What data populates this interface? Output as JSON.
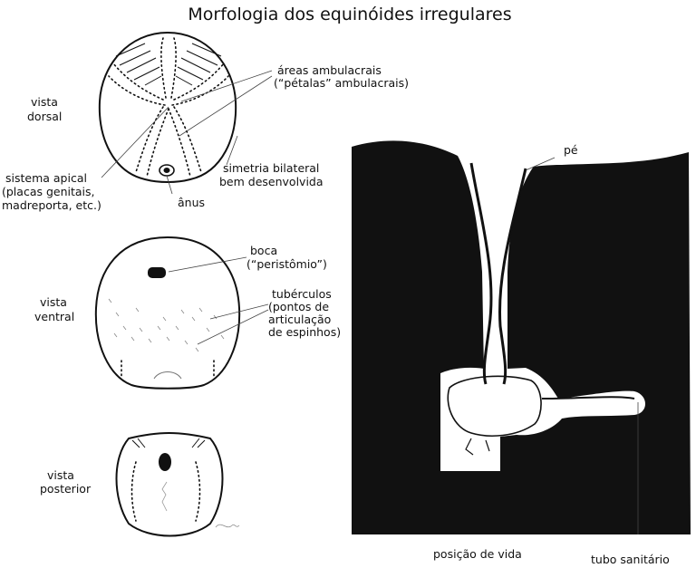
{
  "title": "Morfologia dos equinóides irregulares",
  "views": {
    "dorsal": [
      "vista",
      "dorsal"
    ],
    "ventral": [
      "vista",
      "ventral"
    ],
    "posterior": [
      "vista",
      "posterior"
    ]
  },
  "labels": {
    "ambulacral": [
      "áreas ambulacrais",
      "(“pétalas” ambulacrais)"
    ],
    "apical": [
      "sistema apical",
      "(placas genitais,",
      "madreporta, etc.)"
    ],
    "anus": "ânus",
    "symmetry": [
      "simetria bilateral",
      "bem desenvolvida"
    ],
    "mouth": [
      "boca",
      "(“peristômio”)"
    ],
    "tubercles": [
      "tubérculos",
      "(pontos de",
      "articulação",
      "de espinhos)"
    ],
    "foot": "pé",
    "life_position": "posição de vida",
    "sanitary_tube": "tubo sanitário"
  },
  "colors": {
    "sediment": "#111111",
    "burrow": "#ffffff",
    "ink": "#111111"
  }
}
